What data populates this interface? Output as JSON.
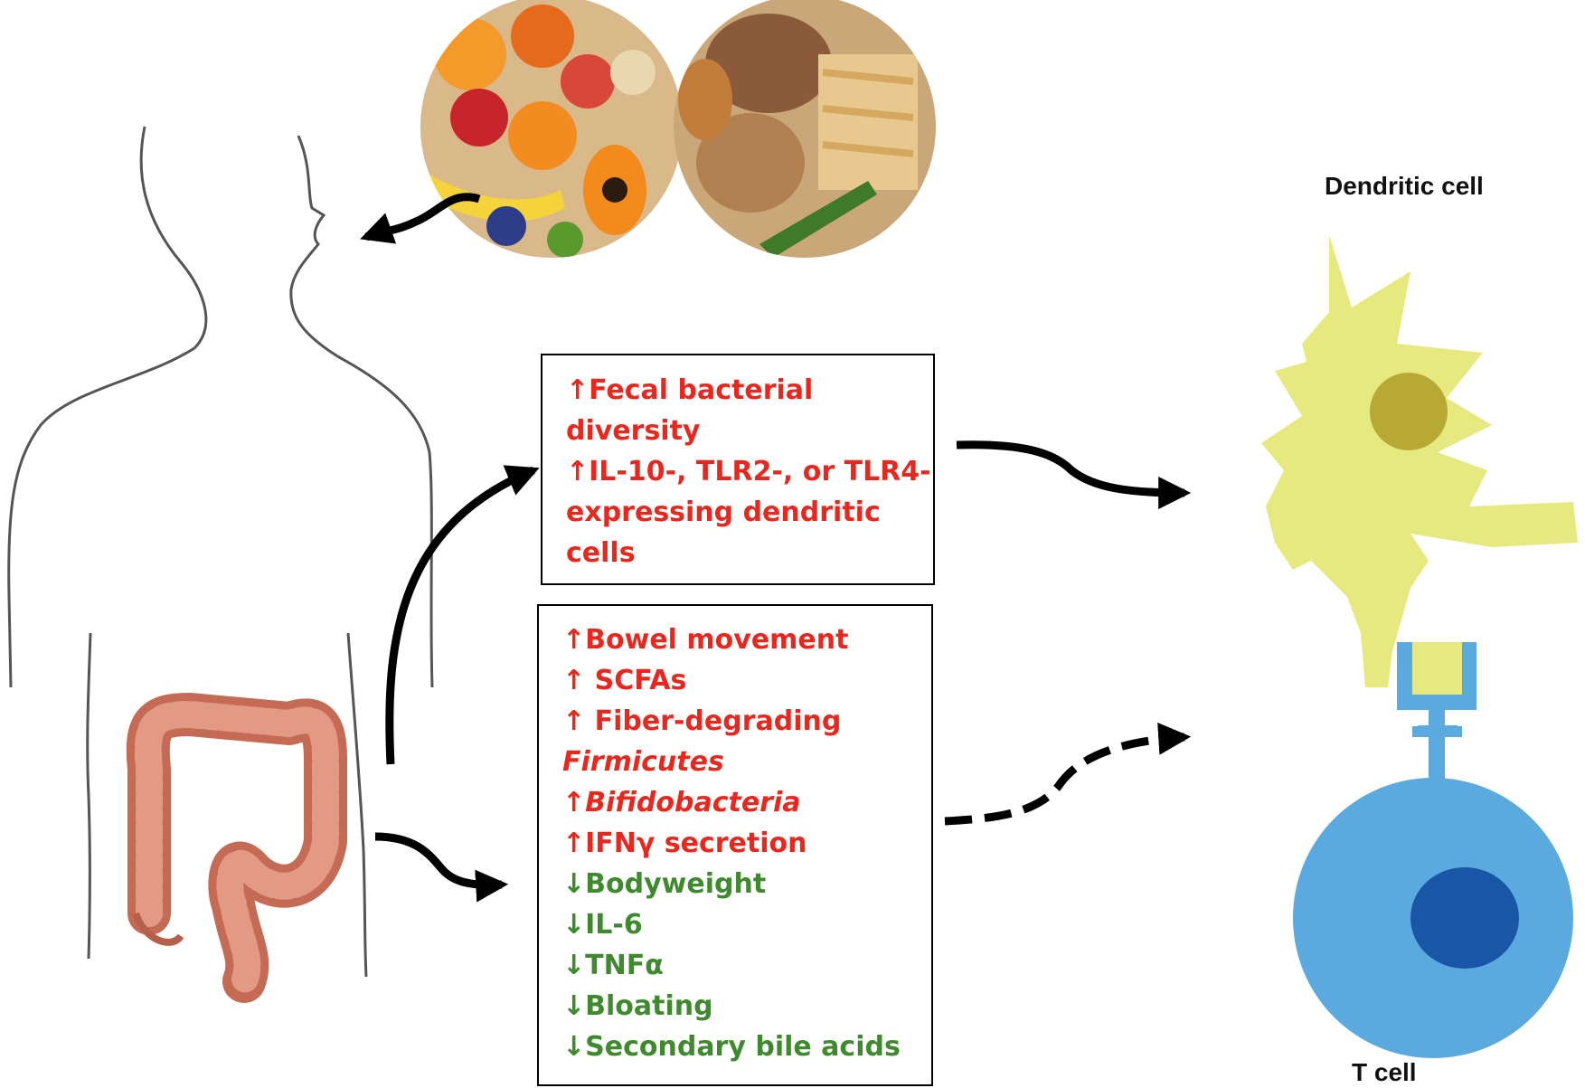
{
  "labels": {
    "dendritic_cell": "Dendritic cell",
    "t_cell": "T cell"
  },
  "box_top": {
    "lines": [
      {
        "text": "↑Fecal bacterial",
        "color": "red",
        "italic": false
      },
      {
        "text": "diversity",
        "color": "red",
        "italic": false
      },
      {
        "text": "↑IL-10-, TLR2-, or TLR4-",
        "color": "red",
        "italic": false
      },
      {
        "text": "expressing dendritic",
        "color": "red",
        "italic": false
      },
      {
        "text": "cells",
        "color": "red",
        "italic": false
      }
    ]
  },
  "box_bottom": {
    "lines": [
      {
        "text": "↑Bowel movement",
        "color": "red",
        "italic": false
      },
      {
        "text": "↑ SCFAs",
        "color": "red",
        "italic": false
      },
      {
        "text": "↑ Fiber-degrading",
        "color": "red",
        "italic": false
      },
      {
        "text": "Firmicutes",
        "color": "red",
        "italic": true
      },
      {
        "prefix": "↑",
        "text": "Bifidobacteria",
        "color": "red",
        "italic": true
      },
      {
        "text": "↑IFNγ secretion",
        "color": "red",
        "italic": false
      },
      {
        "text": "↓Bodyweight",
        "color": "green",
        "italic": false
      },
      {
        "text": "↓IL-6",
        "color": "green",
        "italic": false
      },
      {
        "text": "↓TNFα",
        "color": "green",
        "italic": false
      },
      {
        "text": "↓Bloating",
        "color": "green",
        "italic": false
      },
      {
        "text": "↓Secondary bile acids",
        "color": "green",
        "italic": false
      }
    ]
  },
  "colors": {
    "increase": "#e8281e",
    "decrease": "#3f8a2e",
    "dendritic_cell": "#e6ea7e",
    "dendritic_nucleus": "#b8a935",
    "t_cell": "#5aa9df",
    "t_cell_nucleus": "#1a56a6"
  },
  "icons": [
    "human-body-outline",
    "colon-illustration",
    "food-photo-fruits",
    "food-photo-grains",
    "dendritic-cell",
    "t-cell",
    "receptor"
  ]
}
